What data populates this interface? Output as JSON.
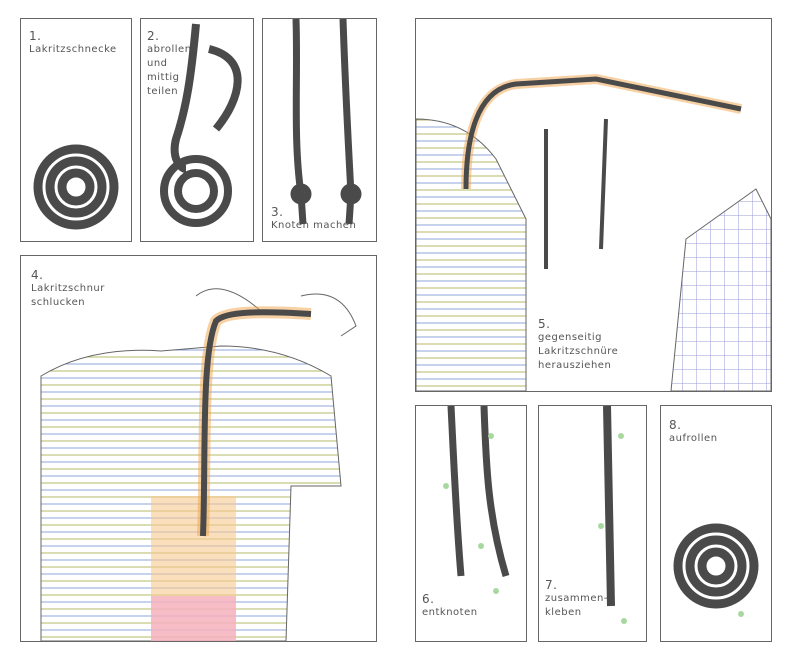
{
  "colors": {
    "licorice": "#4a4a4a",
    "outline": "#555555",
    "stripe_blue": "#8fa6d8",
    "stripe_green": "#b6b86a",
    "orange": "#f0a44a",
    "pink": "#e86aa8",
    "drop": "#a8d8a0"
  },
  "steps": [
    {
      "number": "1.",
      "text": "Lakritzschnecke"
    },
    {
      "number": "2.",
      "text": "abrollen\nund\nmittig\nteilen"
    },
    {
      "number": "3.",
      "text": "Knoten machen"
    },
    {
      "number": "4.",
      "text": "Lakritzschnur\nschlucken"
    },
    {
      "number": "5.",
      "text": "gegenseitig\nLakritzschnüre\nherausziehen"
    },
    {
      "number": "6.",
      "text": "entknoten"
    },
    {
      "number": "7.",
      "text": "zusammen-\nkleben"
    },
    {
      "number": "8.",
      "text": "aufrollen"
    }
  ]
}
